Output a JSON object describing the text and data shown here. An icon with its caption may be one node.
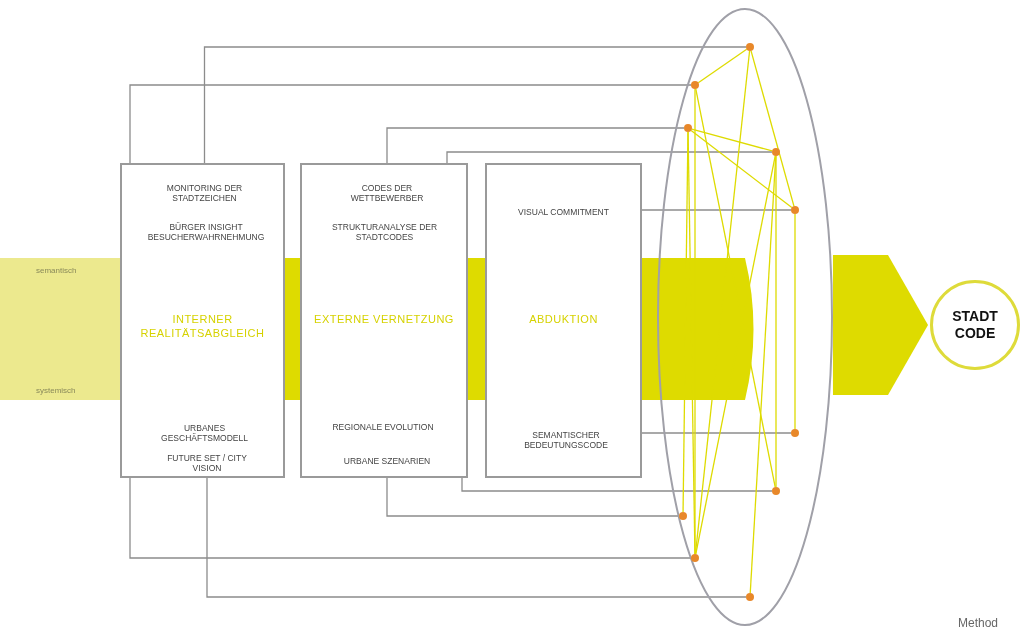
{
  "diagram": {
    "nodes": [
      {
        "text": [
          "INTERNER REALITÄTSABGLEICH"
        ]
      },
      {
        "text": [
          "MONITORING DER STADTZEICHEN"
        ],
        "in": 0
      },
      {
        "text": [
          "BÜRGER INSIGHT BESUCHERWAHRNEHMUNG"
        ],
        "in": 0
      },
      {
        "text": [
          "URBANES GESCHÄFTSMODELL"
        ],
        "in": 0
      },
      {
        "text": [
          "FUTURE SET / CITY VISION"
        ],
        "in": 0
      },
      {
        "text": [
          "EXTERNE VERNETZUNG"
        ]
      },
      {
        "text": [
          "CODES DER WETTBEWERBER"
        ],
        "in": 5
      },
      {
        "text": [
          "STRUKTURANALYSE DER STADTCODES"
        ],
        "in": 5
      },
      {
        "text": [
          "REGIONALE EVOLUTION"
        ],
        "in": 5
      },
      {
        "text": [
          "URBANE SZENARIEN"
        ],
        "in": 5
      },
      {
        "text": [
          "ABDUKTION"
        ]
      },
      {
        "text": [
          "VISUAL COMMITMENT"
        ],
        "in": 10
      },
      {
        "text": [
          "SEMANTISCHER BEDEUTUNGSCODE"
        ],
        "in": 10
      },
      {
        "text": [],
        "shape": "ellipse"
      },
      {
        "text": [],
        "shape": "dot",
        "in": 13
      },
      {
        "text": [],
        "shape": "dot",
        "in": 13
      },
      {
        "text": [],
        "shape": "dot",
        "in": 13
      },
      {
        "text": [],
        "shape": "dot",
        "in": 13
      },
      {
        "text": [],
        "shape": "dot",
        "in": 13
      },
      {
        "text": [],
        "shape": "dot",
        "in": 13
      },
      {
        "text": [],
        "shape": "dot",
        "in": 13
      },
      {
        "text": [],
        "shape": "dot",
        "in": 13
      },
      {
        "text": [],
        "shape": "dot",
        "in": 13
      },
      {
        "text": [],
        "shape": "dot",
        "in": 13
      },
      {
        "text": [
          "STADT CODE"
        ]
      }
    ],
    "edges": [
      {
        "from": 1,
        "to": 14,
        "arrow": "none",
        "color": "#8c8c8c"
      },
      {
        "from": 2,
        "to": 15,
        "arrow": "none",
        "color": "#8c8c8c"
      },
      {
        "from": 6,
        "to": 16,
        "arrow": "none",
        "color": "#8c8c8c"
      },
      {
        "from": 7,
        "to": 17,
        "arrow": "none",
        "color": "#8c8c8c"
      },
      {
        "from": 11,
        "to": 18,
        "arrow": "none",
        "color": "#8c8c8c"
      },
      {
        "from": 12,
        "to": 19,
        "arrow": "none",
        "color": "#8c8c8c"
      },
      {
        "from": 8,
        "to": 20,
        "arrow": "none",
        "color": "#8c8c8c"
      },
      {
        "from": 9,
        "to": 21,
        "arrow": "none",
        "color": "#8c8c8c"
      },
      {
        "from": 3,
        "to": 22,
        "arrow": "none",
        "color": "#8c8c8c"
      },
      {
        "from": 4,
        "to": 23,
        "arrow": "none",
        "color": "#8c8c8c"
      },
      {
        "from": 14,
        "to": 15,
        "arrow": "none"
      },
      {
        "from": 14,
        "to": 18,
        "arrow": "none"
      },
      {
        "from": 14,
        "to": 22,
        "arrow": "none"
      },
      {
        "from": 15,
        "to": 20,
        "arrow": "none"
      },
      {
        "from": 15,
        "to": 22,
        "arrow": "none"
      },
      {
        "from": 16,
        "to": 17,
        "arrow": "none"
      },
      {
        "from": 16,
        "to": 18,
        "arrow": "none"
      },
      {
        "from": 16,
        "to": 21,
        "arrow": "none"
      },
      {
        "from": 16,
        "to": 22,
        "arrow": "none"
      },
      {
        "from": 17,
        "to": 22,
        "arrow": "none"
      },
      {
        "from": 17,
        "to": 23,
        "arrow": "none"
      },
      {
        "from": 18,
        "to": 19,
        "arrow": "none"
      },
      {
        "from": 17,
        "to": 20,
        "arrow": "none"
      },
      {
        "from": 13,
        "to": 24,
        "arrow": "to",
        "style": "thick"
      }
    ],
    "labels": [
      "semantisch",
      "systemisch",
      "Method"
    ]
  }
}
